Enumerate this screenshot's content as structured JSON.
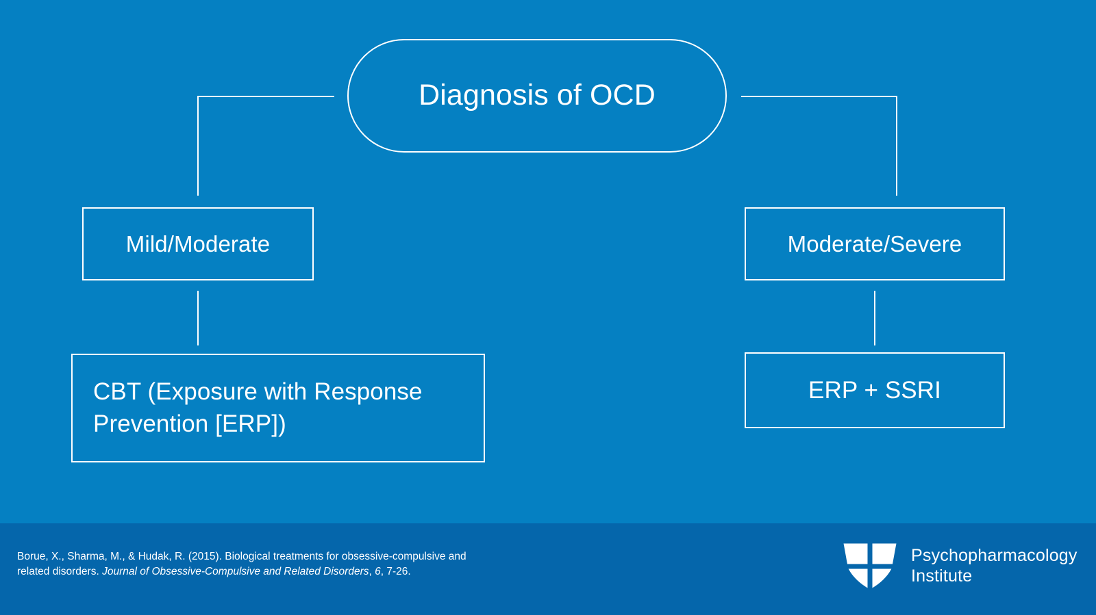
{
  "slide": {
    "title": "Diagnosis of OCD",
    "background_color": "#0580c2",
    "footer_color": "#0566ab",
    "line_color": "#ffffff",
    "text_color": "#ffffff"
  },
  "flowchart": {
    "type": "treatment-algorithm",
    "root": {
      "label": "Diagnosis of OCD",
      "shape": "pill"
    },
    "branches": [
      {
        "severity": {
          "label": "Mild/Moderate",
          "shape": "rectangle"
        },
        "treatment": {
          "label": "CBT (Exposure with Response Prevention [ERP])",
          "shape": "rectangle"
        }
      },
      {
        "severity": {
          "label": "Moderate/Severe",
          "shape": "rectangle"
        },
        "treatment": {
          "label": "ERP + SSRI",
          "shape": "rectangle"
        }
      }
    ]
  },
  "footer": {
    "citation": {
      "authors_year": "Borue, X., Sharma, M., & Hudak, R. (2015).",
      "article_title": "Biological treatments for obsessive-compulsive and related disorders.",
      "journal": "Journal of Obsessive-Compulsive and Related Disorders",
      "volume": "6",
      "pages": "7-26."
    },
    "logo": {
      "icon": "shield-icon",
      "line1": "Psychopharmacology",
      "line2": "Institute"
    }
  }
}
